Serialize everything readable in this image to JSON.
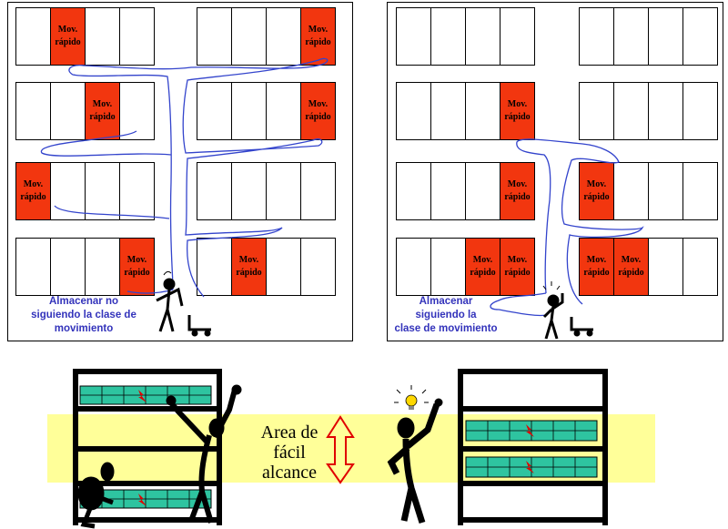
{
  "slot_label_line1": "Mov.",
  "slot_label_line2": "rápido",
  "left_panel": {
    "caption_line1": "Almacenar no",
    "caption_line2": "siguiendo la clase de",
    "caption_line3": "movimiento"
  },
  "right_panel": {
    "caption_line1": "Almacenar",
    "caption_line2": "siguiendo la",
    "caption_line3": "clase de movimiento"
  },
  "reach_zone": {
    "label_line1": "Area de",
    "label_line2": "fácil",
    "label_line3": "alcance"
  },
  "colors": {
    "fast_slot": "#f2360f",
    "path": "#3344cc",
    "reach_zone": "#ffff99",
    "bin": "#2ec4a0",
    "arrow": "#e00000"
  }
}
